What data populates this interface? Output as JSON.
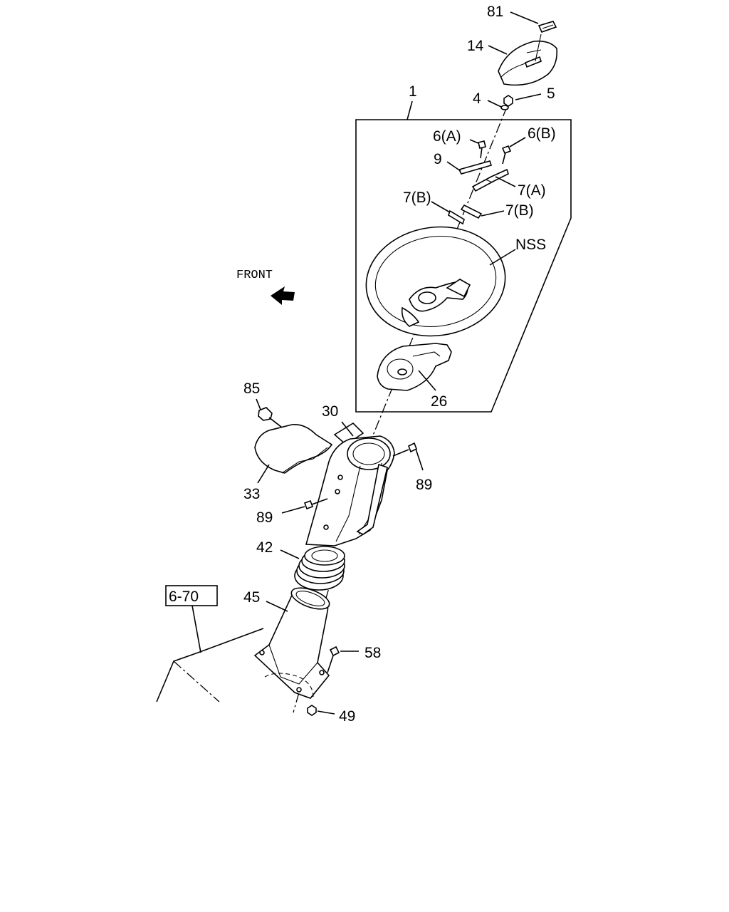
{
  "diagram": {
    "direction_label": "FRONT",
    "reference_box": "6-70",
    "labels": {
      "p81": "81",
      "p14": "14",
      "p1": "1",
      "p4": "4",
      "p5": "5",
      "p6a": "6(A)",
      "p6b": "6(B)",
      "p9": "9",
      "p7a": "7(A)",
      "p7b_left": "7(B)",
      "p7b_right": "7(B)",
      "nss": "NSS",
      "p26": "26",
      "p85": "85",
      "p30": "30",
      "p33": "33",
      "p89_right": "89",
      "p89_left": "89",
      "p42": "42",
      "p45": "45",
      "p58": "58",
      "p49": "49"
    }
  }
}
